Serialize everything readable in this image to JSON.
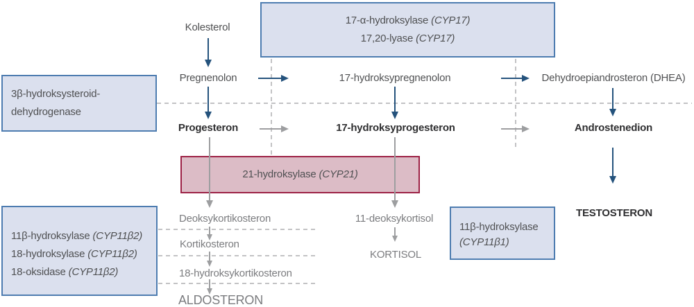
{
  "colors": {
    "blue_box_fill": "#dbe0ee",
    "blue_box_border": "#4d7cb0",
    "red_box_fill": "#dcbcc6",
    "red_box_border": "#9c2044",
    "arrow_blue": "#24527c",
    "arrow_gray": "#9d9ea0",
    "text_dark": "#4f5052",
    "text_bold": "#2e2e30",
    "text_gray": "#7b7c7f",
    "dash": "#c2c2c4"
  },
  "nodes": {
    "kolesterol": "Kolesterol",
    "pregnenolon": "Pregnenolon",
    "hydroksypregnenolon": "17-hydroksypregnenolon",
    "dhea": "Dehydroepiandrosteron (DHEA)",
    "progesteron": "Progesteron",
    "hydroksyprogesteron": "17-hydroksyprogesteron",
    "androstenedion": "Androstenedion",
    "deoksykortikosteron": "Deoksykortikosteron",
    "kortikosteron": "Kortikosteron",
    "hydroksykortikosteron": "18-hydroksykortikosteron",
    "aldosteron": "ALDOSTERON",
    "deoksykortisol": "11-deoksykortisol",
    "kortisol": "KORTISOL",
    "testosteron": "TESTOSTERON"
  },
  "enzymes": {
    "cyp17": {
      "lines": [
        {
          "name": "17-α-hydroksylase ",
          "gene": "(CYP17)"
        },
        {
          "name": "17,20-lyase ",
          "gene": "(CYP17)"
        }
      ]
    },
    "hsd3b": {
      "lines": [
        {
          "name": "3β-hydroksysteroid-",
          "gene": ""
        },
        {
          "name": "dehydrogenase",
          "gene": ""
        }
      ]
    },
    "cyp21": {
      "lines": [
        {
          "name": "21-hydroksylase ",
          "gene": "(CYP21)"
        }
      ]
    },
    "cyp11b2": {
      "lines": [
        {
          "name": "11β-hydroksylase ",
          "gene": "(CYP11β2)"
        },
        {
          "name": "18-hydroksylase ",
          "gene": "(CYP11β2)"
        },
        {
          "name": "18-oksidase ",
          "gene": "(CYP11β2)"
        }
      ]
    },
    "cyp11b1": {
      "lines": [
        {
          "name": "11β-hydroksylase",
          "gene": ""
        },
        {
          "name": "",
          "gene": "(CYP11β1)"
        }
      ]
    }
  }
}
